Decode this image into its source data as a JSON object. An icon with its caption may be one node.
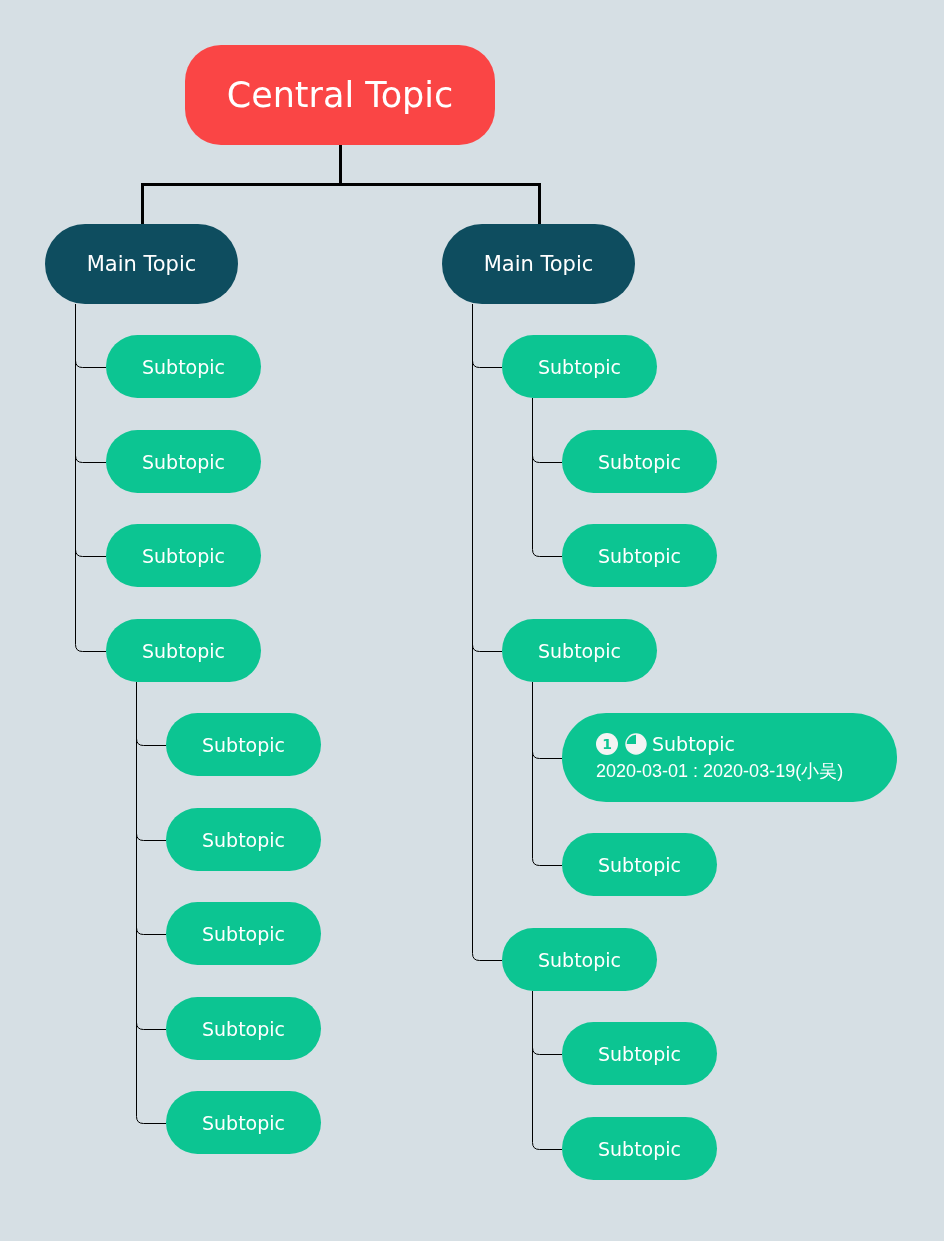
{
  "diagram": {
    "nodes": [
      {
        "text": [
          "Central Topic"
        ]
      },
      {
        "text": [
          "Main Topic"
        ]
      },
      {
        "text": [
          "Subtopic"
        ]
      },
      {
        "text": [
          "Subtopic"
        ]
      },
      {
        "text": [
          "Subtopic"
        ]
      },
      {
        "text": [
          "Subtopic"
        ]
      },
      {
        "text": [
          "Subtopic"
        ]
      },
      {
        "text": [
          "Subtopic"
        ]
      },
      {
        "text": [
          "Subtopic"
        ]
      },
      {
        "text": [
          "Subtopic"
        ]
      },
      {
        "text": [
          "Subtopic"
        ]
      },
      {
        "text": [
          "Main Topic"
        ]
      },
      {
        "text": [
          "Subtopic"
        ]
      },
      {
        "text": [
          "Subtopic"
        ]
      },
      {
        "text": [
          "Subtopic"
        ]
      },
      {
        "text": [
          "Subtopic"
        ]
      },
      {
        "text": [
          "1",
          "Subtopic",
          "2020-03-01 : 2020-03-19(小吴)"
        ]
      },
      {
        "text": [
          "Subtopic"
        ]
      },
      {
        "text": [
          "Subtopic"
        ]
      },
      {
        "text": [
          "Subtopic"
        ]
      },
      {
        "text": [
          "Subtopic"
        ]
      }
    ],
    "edges": [
      {
        "from": 0,
        "to": 1,
        "arrow": "none",
        "style": "thick"
      },
      {
        "from": 0,
        "to": 11,
        "arrow": "none",
        "style": "thick"
      },
      {
        "from": 1,
        "to": 2,
        "arrow": "none"
      },
      {
        "from": 1,
        "to": 3,
        "arrow": "none"
      },
      {
        "from": 1,
        "to": 4,
        "arrow": "none"
      },
      {
        "from": 1,
        "to": 5,
        "arrow": "none"
      },
      {
        "from": 5,
        "to": 6,
        "arrow": "none"
      },
      {
        "from": 5,
        "to": 7,
        "arrow": "none"
      },
      {
        "from": 5,
        "to": 8,
        "arrow": "none"
      },
      {
        "from": 5,
        "to": 9,
        "arrow": "none"
      },
      {
        "from": 5,
        "to": 10,
        "arrow": "none"
      },
      {
        "from": 11,
        "to": 12,
        "arrow": "none"
      },
      {
        "from": 11,
        "to": 15,
        "arrow": "none"
      },
      {
        "from": 11,
        "to": 18,
        "arrow": "none"
      },
      {
        "from": 12,
        "to": 13,
        "arrow": "none"
      },
      {
        "from": 12,
        "to": 14,
        "arrow": "none"
      },
      {
        "from": 15,
        "to": 16,
        "arrow": "none"
      },
      {
        "from": 15,
        "to": 17,
        "arrow": "none"
      },
      {
        "from": 18,
        "to": 19,
        "arrow": "none"
      },
      {
        "from": 18,
        "to": 20,
        "arrow": "none"
      }
    ]
  }
}
